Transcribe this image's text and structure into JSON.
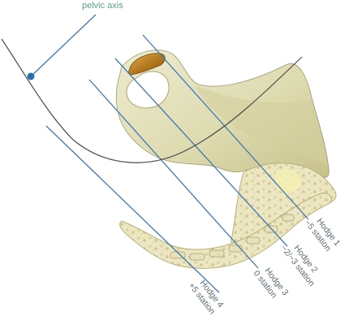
{
  "diagram": {
    "axis_label": "pelvic axis",
    "colors": {
      "bone": "#e3dfb8",
      "bone_shadow": "#c9c48f",
      "pubic_pad": "#c28a2a",
      "hodge_line": "#3f78b4",
      "pelvic_axis_curve": "#4a4a4a",
      "axis_label": "#5aa08a",
      "label_text": "#5c6b73",
      "axis_point": "#2e6fab"
    },
    "hodge_planes": [
      {
        "name": "Hodge 1",
        "station": "−5 station"
      },
      {
        "name": "Hodge 2",
        "station": "−2/−3 station"
      },
      {
        "name": "Hodge 3",
        "station": "0 station"
      },
      {
        "name": "Hodge 4",
        "station": "+5 station"
      }
    ]
  }
}
